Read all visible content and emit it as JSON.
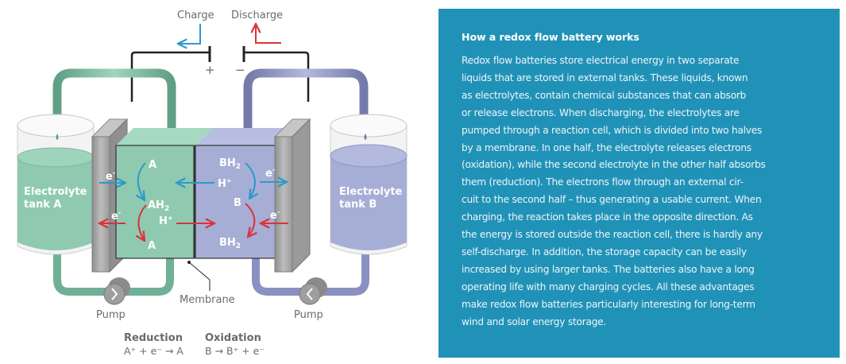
{
  "diagram": {
    "top_labels": {
      "charge": "Charge",
      "discharge": "Discharge",
      "plus": "+",
      "minus": "−"
    },
    "tank_a": {
      "line1": "Electrolyte",
      "line2": "tank A"
    },
    "tank_b": {
      "line1": "Electrolyte",
      "line2": "tank B"
    },
    "cell_a": {
      "e_top": "e",
      "e_bottom": "e",
      "sup_minus": "-",
      "a_top": "A",
      "ah2": "AH",
      "sub2": "2",
      "h_plus": "H",
      "sup_plus": "+",
      "a_bottom": "A"
    },
    "cell_b": {
      "bh2_top": "BH",
      "sub2": "2",
      "h_plus": "H",
      "sup_plus": "+",
      "b_mid": "B",
      "bh2_bottom": "BH",
      "e_top": "e",
      "e_bottom": "e",
      "sup_minus": "-"
    },
    "membrane_label": "Membrane",
    "pump_left_label": "Pump",
    "pump_right_label": "Pump",
    "reactions": {
      "reduction_title": "Reduction",
      "reduction_eq": "A⁺ + e⁻ → A",
      "oxidation_title": "Oxidation",
      "oxidation_eq": "B → B⁺ + e⁻"
    },
    "colors": {
      "charge_blue": "#2b9ac9",
      "discharge_red": "#d8343a",
      "electrolyte_a": "#8fcab0",
      "electrolyte_b": "#a7aed6",
      "electrode_gray": "#a9a9a9"
    }
  },
  "info": {
    "title": "How a redox flow battery works",
    "lines": [
      "Redox flow batteries store electrical energy in two separate",
      "liquids that are stored in external tanks. These liquids, known",
      "as electrolytes, contain chemical substances that can absorb",
      "or release electrons. When discharging, the electrolytes are",
      "pumped through a reaction cell, which is divided into two halves",
      "by a membrane. In one half, the electrolyte releases electrons",
      "(oxidation), while the second electrolyte in the other half absorbs",
      "them (reduction). The electrons flow through an external cir-",
      "cuit to the second half – thus generating a usable current. When",
      "charging, the reaction takes place in the opposite direction. As",
      "the energy is stored outside the reaction cell, there is hardly any",
      "self-discharge. In addition, the storage capacity can be easily",
      "increased by using larger tanks. The batteries also have a long",
      "operating life with many charging cycles. All these advantages",
      "make redox flow batteries particularly interesting for long-term",
      "wind and solar energy storage."
    ],
    "background": "#2192b7"
  }
}
